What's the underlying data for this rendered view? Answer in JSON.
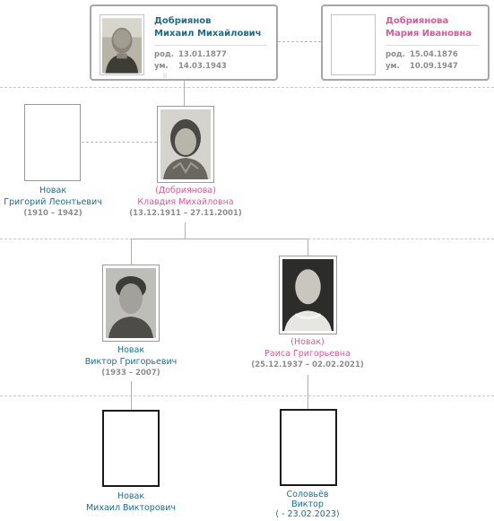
{
  "colors": {
    "male": "#1c6c8c",
    "female": "#d95a9a",
    "dates": "#8c8c8c",
    "line": "#b0b0b0",
    "card_border": "#a6a6a6"
  },
  "icons": {
    "portrait": "sepia-portrait-photo",
    "placeholder": "empty-photo-frame"
  },
  "labels": {
    "born": "род.",
    "died": "ум."
  },
  "top": {
    "father": {
      "surname": "Добриянов",
      "given": "Михаил Михайлович",
      "born": "13.01.1877",
      "died": "14.03.1943"
    },
    "mother": {
      "surname": "Добриянова",
      "given": "Мария Ивановна",
      "born": "15.04.1876",
      "died": "10.09.1947"
    }
  },
  "gen2": {
    "spouse": {
      "surname": "Новак",
      "given": "Григорий Леонтьевич",
      "dates": "(1910 – 1942)"
    },
    "main": {
      "maiden": "(Добриянова)",
      "given": "Клавдия Михайловна",
      "dates": "(13.12.1911 – 27.11.2001)"
    }
  },
  "gen3": {
    "son": {
      "surname": "Новак",
      "given": "Виктор Григорьевич",
      "dates": "(1933 – 2007)"
    },
    "daughter": {
      "maiden": "(Новак)",
      "given": "Раиса Григорьевна",
      "dates": "(25.12.1937 – 02.02.2021)"
    }
  },
  "gen4": {
    "left": {
      "surname": "Новак",
      "given": "Михаил Викторович"
    },
    "right": {
      "surname": "Соловьёв",
      "given": "Виктор",
      "dates": "(  - 23.02.2023)"
    }
  },
  "misc": {
    "faint_mark": "ll"
  }
}
